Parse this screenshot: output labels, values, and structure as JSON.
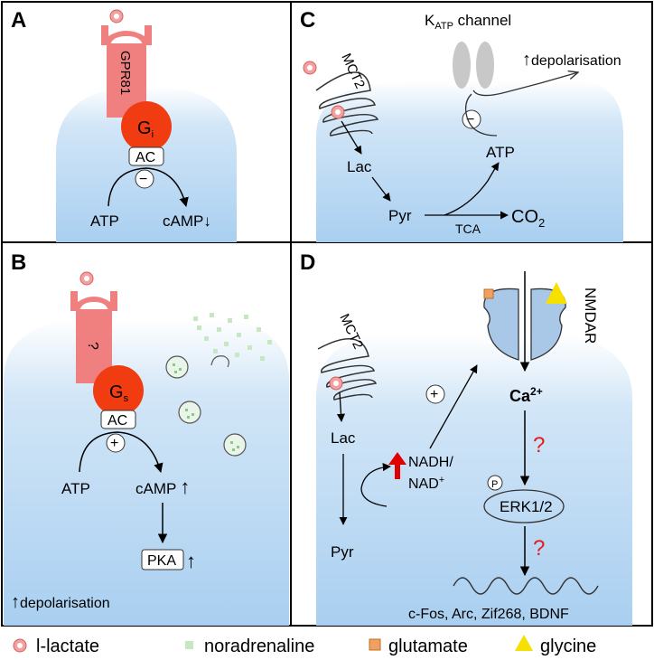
{
  "panels": {
    "A": {
      "letter": "A",
      "receptor": "GPR81",
      "g_protein": "G",
      "g_sub": "i",
      "enzyme": "AC",
      "inhibit_sign": "−",
      "substrate": "ATP",
      "product": "cAMP↓"
    },
    "B": {
      "letter": "B",
      "receptor": "?",
      "g_protein": "G",
      "g_sub": "s",
      "enzyme": "AC",
      "stimulate_sign": "+",
      "substrate": "ATP",
      "product": "cAMP",
      "product_arrow": "↑",
      "kinase": "PKA",
      "kinase_arrow": "↑",
      "effect_arrow": "↑",
      "effect": "depolarisation"
    },
    "C": {
      "letter": "C",
      "channel_label": "K",
      "channel_sub": "ATP",
      "channel_suffix": " channel",
      "effect_arrow": "↑",
      "effect": "depolarisation",
      "transporter": "MCT2",
      "inhibit_sign": "−",
      "atp": "ATP",
      "lac": "Lac",
      "pyr": "Pyr",
      "tca": "TCA",
      "co2": "CO",
      "co2_sub": "2"
    },
    "D": {
      "letter": "D",
      "receptor": "NMDAR",
      "transporter": "MCT2",
      "stimulate_sign": "+",
      "lac": "Lac",
      "pyr": "Pyr",
      "nadh_line1": "NADH/",
      "nadh_line2": "NAD",
      "nadh_sup": "+",
      "calcium": "Ca",
      "calcium_sup": "2+",
      "question1": "?",
      "phospho": "P",
      "kinase": "ERK1/2",
      "question2": "?",
      "genes": "c-Fos, Arc, Zif268, BDNF"
    }
  },
  "legend": [
    {
      "label": "l-lactate",
      "symbol": "lactate-circle"
    },
    {
      "label": "noradrenaline",
      "symbol": "green-square"
    },
    {
      "label": "glutamate",
      "symbol": "orange-square"
    },
    {
      "label": "glycine",
      "symbol": "yellow-triangle"
    }
  ],
  "colors": {
    "cell_top": "#ffffff",
    "cell_bottom": "#a9cff0",
    "receptor": "#f08080",
    "g_protein": "#f03c10",
    "lactate_fill": "#f4a0a0",
    "lactate_core": "#ffffff",
    "noradrenaline": "#c6e8c0",
    "glutamate": "#f0a060",
    "glycine": "#f5e000",
    "question": "#e02020",
    "up_arrow": "#e00000",
    "vesicle": "#e8f5e8",
    "nmdar": "#a9c8e8",
    "katp": "#c8c8c8"
  }
}
